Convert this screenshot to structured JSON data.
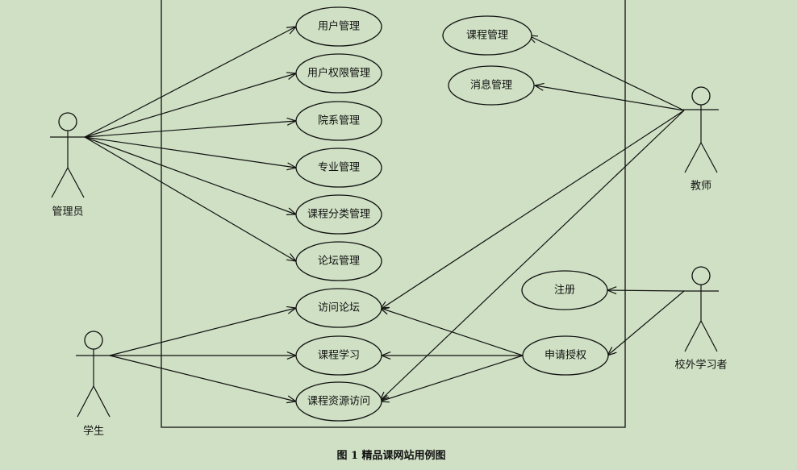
{
  "actors": {
    "admin": "管理员",
    "student": "学生",
    "teacher": "教师",
    "external": "校外学习者"
  },
  "use_cases": {
    "user_mgmt": "用户管理",
    "permission_mgmt": "用户权限管理",
    "dept_mgmt": "院系管理",
    "major_mgmt": "专业管理",
    "category_mgmt": "课程分类管理",
    "forum_mgmt": "论坛管理",
    "forum_visit": "访问论坛",
    "course_study": "课程学习",
    "resource_visit": "课程资源访问",
    "course_mgmt": "课程管理",
    "message_mgmt": "消息管理",
    "register": "注册",
    "apply_auth": "申请授权"
  },
  "caption": "图 1  精品课网站用例图"
}
